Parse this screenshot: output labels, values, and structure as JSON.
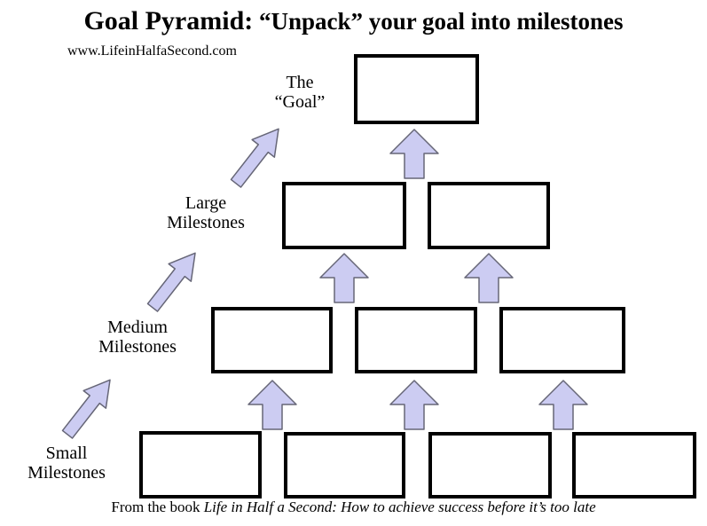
{
  "header": {
    "title_strong": "Goal Pyramid:",
    "title_rest": " “Unpack” your goal into milestones",
    "website": "www.LifeinHalfaSecond.com"
  },
  "labels": {
    "goal": {
      "line1": "The",
      "line2": "“Goal”"
    },
    "large": {
      "line1": "Large",
      "line2": "Milestones"
    },
    "medium": {
      "line1": "Medium",
      "line2": "Milestones"
    },
    "small": {
      "line1": "Small",
      "line2": "Milestones"
    }
  },
  "pyramid": {
    "row_box_counts": [
      1,
      2,
      3,
      4
    ],
    "levels_top_to_bottom": [
      "The “Goal”",
      "Large Milestones",
      "Medium Milestones",
      "Small Milestones"
    ],
    "vertical_arrow_counts_between_rows": [
      1,
      2,
      3
    ],
    "diagonal_arrow_count": 3
  },
  "footer": {
    "prefix": "From the book ",
    "book_title_italic": "Life in Half a Second: How to achieve success before it’s too late"
  },
  "colors": {
    "arrow_fill": "#ccccf2",
    "arrow_stroke": "#666677",
    "box_border": "#000000",
    "background": "#ffffff",
    "text": "#000000"
  }
}
